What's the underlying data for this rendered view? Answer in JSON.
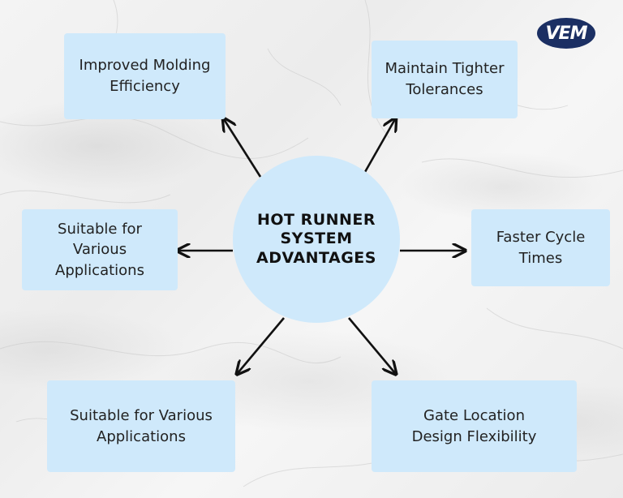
{
  "logo": {
    "text": "VEM"
  },
  "center": {
    "title": "HOT RUNNER\nSYSTEM\nADVANTAGES"
  },
  "nodes": [
    {
      "id": "top-left",
      "label": "Improved Molding\nEfficiency"
    },
    {
      "id": "top-right",
      "label": "Maintain Tighter\nTolerances"
    },
    {
      "id": "mid-left",
      "label": "Suitable for Various\nApplications"
    },
    {
      "id": "mid-right",
      "label": "Faster Cycle\nTimes"
    },
    {
      "id": "bottom-left",
      "label": "Suitable for Various\nApplications"
    },
    {
      "id": "bottom-right",
      "label": "Gate Location\nDesign Flexibility"
    }
  ],
  "colors": {
    "box": "#cfe9fb",
    "arrow": "#111111",
    "logo": "#1b2f63"
  }
}
